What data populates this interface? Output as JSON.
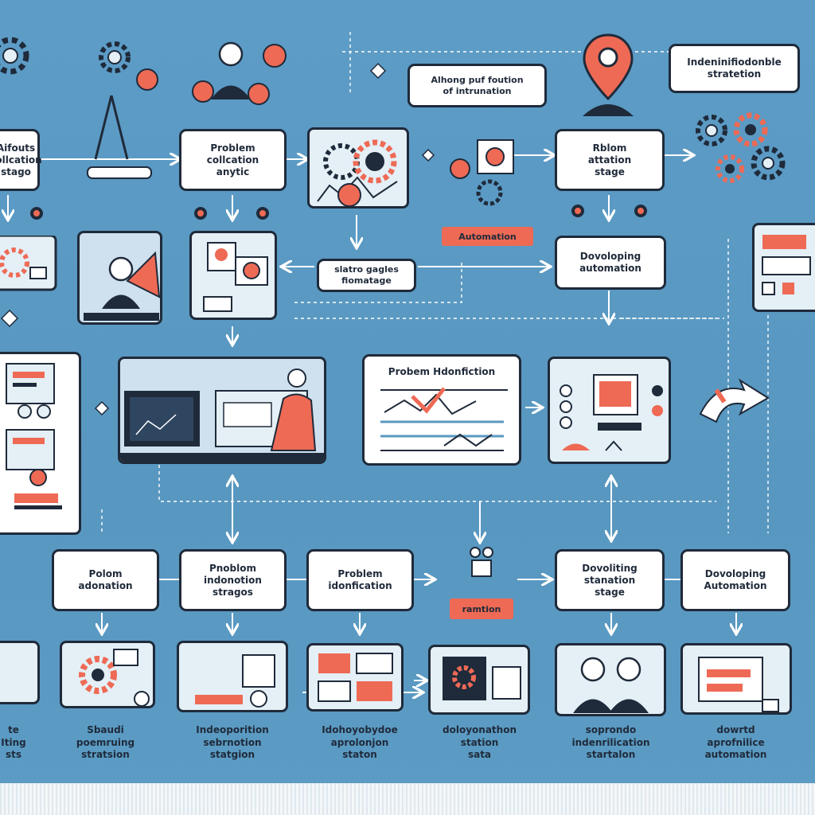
{
  "nodes": {
    "n1": "Aifouts\ncollcation\nstago",
    "n2": "Problem\ncollcation\nanytic",
    "n3": "Alhong puf foution\nof intrunation",
    "n4": "Indeninifiodonble\nstratetion",
    "n5": "Rblom\nattation\nstage",
    "n6": "Dovoloping\nautomation",
    "n7": "slatro gagles\nfiomatage",
    "n8": "Polom\nadonation",
    "n9": "Pnoblom\nindonotion\nstragos",
    "n10": "Problem\nidonfication",
    "n11": "Dovoliting\nstanation\nstage",
    "n12": "Dovoloping\nAutomation"
  },
  "tags": {
    "t1": "Automation",
    "t2": "ramtion"
  },
  "panels": {
    "problem_identification": "Probem Hdonfiction"
  },
  "captions": {
    "c1": "te\nIting\nsts",
    "c2": "Sbaudi\npoemruing\nstratsion",
    "c3": "Indeoporition\nsebrnotion\nstatgion",
    "c4": "Idohoyobydoe\naprolonjon\nstaton",
    "c5": "doloyonathon\nstation\nsata",
    "c6": "soprondo\nindenrilication\nstartalon",
    "c7": "dowrtd\naprofnilice\nautomation"
  },
  "colors": {
    "background": "#5a99c2",
    "accent": "#ee6a55",
    "ink": "#1f2a3a",
    "panel": "#e4eff6"
  }
}
